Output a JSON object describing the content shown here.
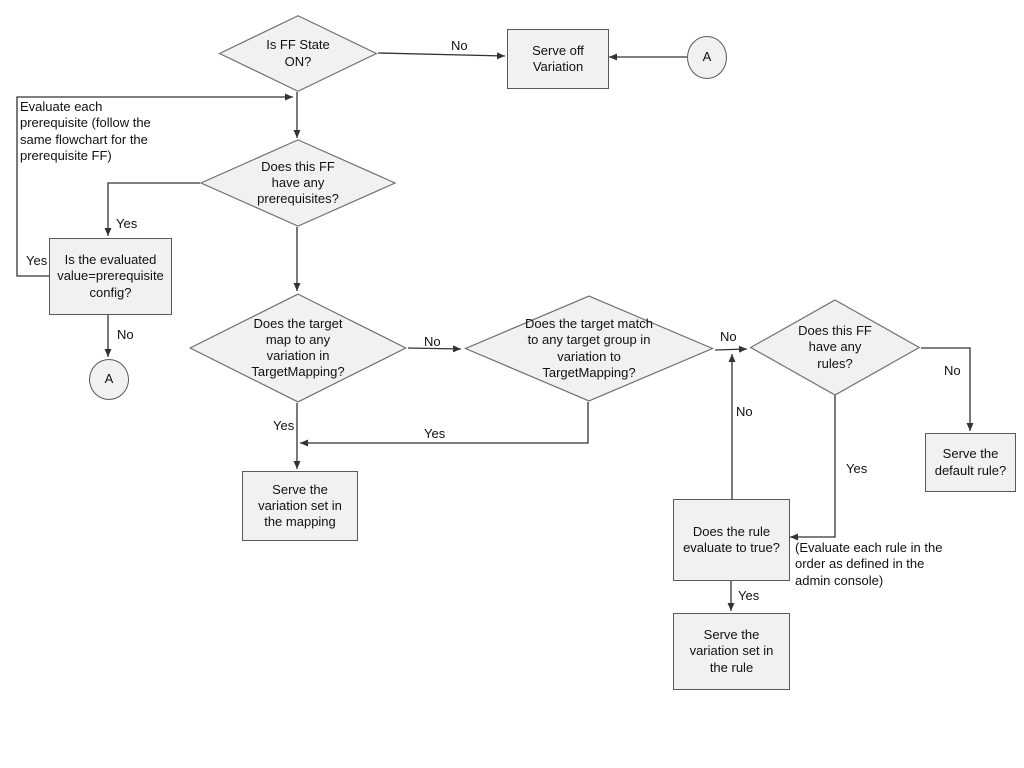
{
  "diagram": {
    "colors": {
      "shape_fill": "#f1f1f1",
      "diamond_stroke": "#707070",
      "box_stroke": "#595959",
      "line": "#333333",
      "text": "#111111",
      "background": "#ffffff"
    },
    "nodes": {
      "is_ff_state_on": {
        "type": "decision",
        "label": "Is FF State ON?"
      },
      "serve_off_variation": {
        "type": "process",
        "label": "Serve off Variation"
      },
      "connector_a_top": {
        "type": "connector",
        "label": "A"
      },
      "prerequisite_note": {
        "type": "annotation",
        "label": "Evaluate each prerequisite (follow the same flowchart for the prerequisite FF)"
      },
      "has_prerequisites": {
        "type": "decision",
        "label": "Does this FF have any prerequisites?"
      },
      "evaluated_value_config": {
        "type": "process",
        "label": "Is the evaluated value=prerequisite config?"
      },
      "connector_a_bottom": {
        "type": "connector",
        "label": "A"
      },
      "target_map_variation": {
        "type": "decision",
        "label": "Does the target map to any variation in TargetMapping?"
      },
      "target_match_group": {
        "type": "decision",
        "label": "Does the target match to any target group in variation to TargetMapping?"
      },
      "has_rules": {
        "type": "decision",
        "label": "Does this FF have any rules?"
      },
      "serve_mapping_variation": {
        "type": "process",
        "label": "Serve the variation set in the mapping"
      },
      "serve_default_rule": {
        "type": "process",
        "label": "Serve the default rule?"
      },
      "rule_evaluates_true": {
        "type": "process",
        "label": "Does the rule evaluate to true?"
      },
      "serve_rule_variation": {
        "type": "process",
        "label": "Serve the variation set in the rule"
      },
      "rule_order_note": {
        "type": "annotation",
        "label": "(Evaluate each rule in the order as defined in the admin console)"
      }
    },
    "edges": [
      {
        "from": "is_ff_state_on",
        "to": "serve_off_variation",
        "label": "No"
      },
      {
        "from": "connector_a_top",
        "to": "serve_off_variation",
        "label": ""
      },
      {
        "from": "is_ff_state_on",
        "to": "has_prerequisites",
        "label": ""
      },
      {
        "from": "evaluated_value_config",
        "to": "has_prerequisites",
        "label": "Yes"
      },
      {
        "from": "has_prerequisites",
        "to": "evaluated_value_config",
        "label": "Yes"
      },
      {
        "from": "evaluated_value_config",
        "to": "connector_a_bottom",
        "label": "No"
      },
      {
        "from": "has_prerequisites",
        "to": "target_map_variation",
        "label": ""
      },
      {
        "from": "target_map_variation",
        "to": "target_match_group",
        "label": "No"
      },
      {
        "from": "target_map_variation",
        "to": "serve_mapping_variation",
        "label": "Yes"
      },
      {
        "from": "target_match_group",
        "to": "serve_mapping_variation",
        "label": "Yes"
      },
      {
        "from": "target_match_group",
        "to": "has_rules",
        "label": "No"
      },
      {
        "from": "rule_evaluates_true",
        "to": "has_rules",
        "label": "No"
      },
      {
        "from": "has_rules",
        "to": "serve_default_rule",
        "label": "No"
      },
      {
        "from": "has_rules",
        "to": "rule_evaluates_true",
        "label": "Yes"
      },
      {
        "from": "rule_evaluates_true",
        "to": "serve_rule_variation",
        "label": "Yes"
      }
    ]
  }
}
